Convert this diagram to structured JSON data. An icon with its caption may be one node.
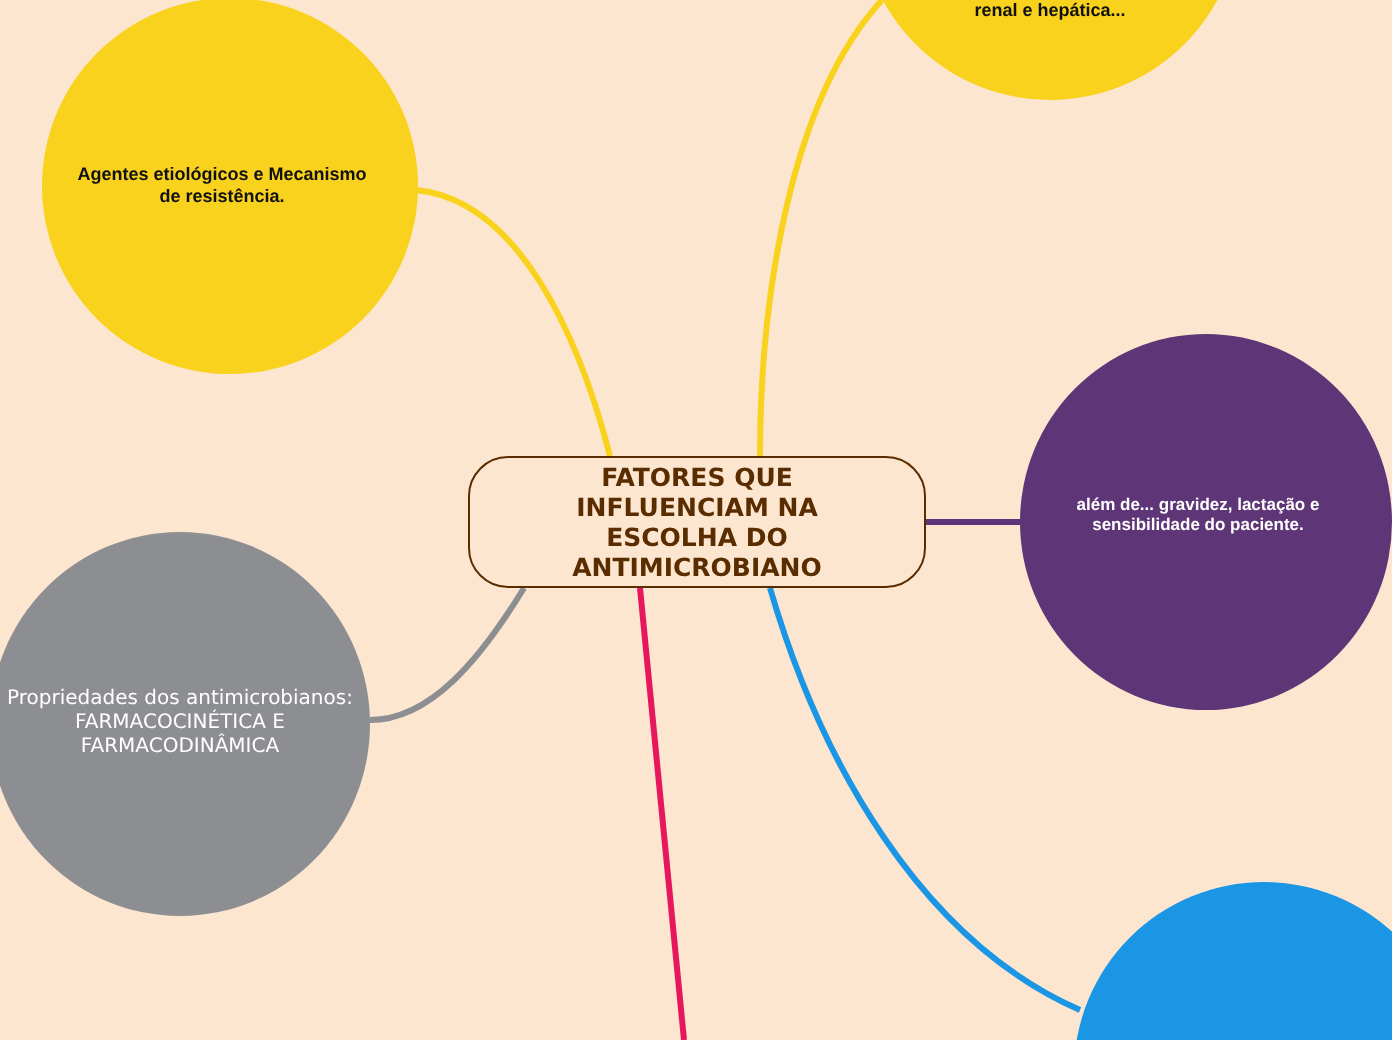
{
  "diagram": {
    "nodes": [
      {
        "text": [
          "FATORES QUE INFLUENCIAM NA ESCOLHA DO ANTIMICROBIANO"
        ]
      },
      {
        "text": [
          "renal e hepática..."
        ]
      },
      {
        "text": [
          "Agentes etiológicos e Mecanismo de resistência."
        ]
      },
      {
        "text": [
          "além de...  gravidez, lactação e sensibilidade do paciente."
        ]
      },
      {
        "text": [
          "Propriedades dos antimicrobianos: FARMACOCINÉTICA E FARMACODINÂMICA"
        ]
      },
      {
        "text": [],
        "shape": "circle"
      }
    ],
    "edges": [
      {
        "from": 0,
        "to": 1,
        "arrow": "none",
        "color": "#f9d21d"
      },
      {
        "from": 0,
        "to": 2,
        "arrow": "none",
        "color": "#f9d21d"
      },
      {
        "from": 0,
        "to": 3,
        "arrow": "none",
        "color": "#5e3576"
      },
      {
        "from": 0,
        "to": 4,
        "arrow": "none",
        "color": "#8d8e92"
      },
      {
        "from": 0,
        "to": 5,
        "arrow": "none",
        "color": "#1b96e5"
      },
      {
        "from": 0,
        "to": null,
        "arrow": "none",
        "color": "#e6175c"
      }
    ]
  }
}
